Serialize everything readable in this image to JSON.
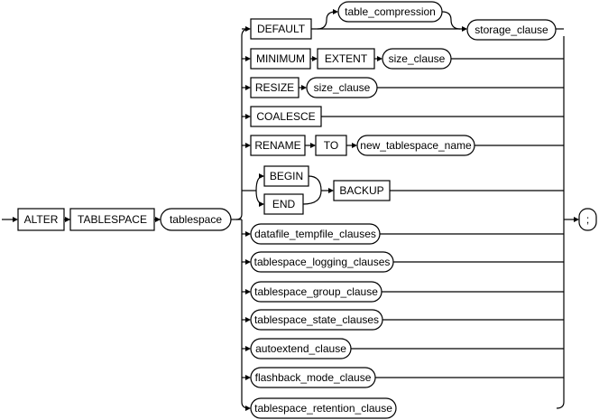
{
  "diagram": {
    "main": {
      "alter": "ALTER",
      "tablespace_kw": "TABLESPACE",
      "tablespace": "tablespace",
      "semicolon": ";"
    },
    "branches": {
      "default": "DEFAULT",
      "table_compression": "table_compression",
      "storage_clause": "storage_clause",
      "minimum": "MINIMUM",
      "extent": "EXTENT",
      "size_clause_1": "size_clause",
      "resize": "RESIZE",
      "size_clause_2": "size_clause",
      "coalesce": "COALESCE",
      "rename": "RENAME",
      "to": "TO",
      "new_tablespace_name": "new_tablespace_name",
      "begin": "BEGIN",
      "end": "END",
      "backup": "BACKUP",
      "datafile_tempfile_clauses": "datafile_tempfile_clauses",
      "tablespace_logging_clauses": "tablespace_logging_clauses",
      "tablespace_group_clause": "tablespace_group_clause",
      "tablespace_state_clauses": "tablespace_state_clauses",
      "autoextend_clause": "autoextend_clause",
      "flashback_mode_clause": "flashback_mode_clause",
      "tablespace_retention_clause": "tablespace_retention_clause"
    }
  }
}
